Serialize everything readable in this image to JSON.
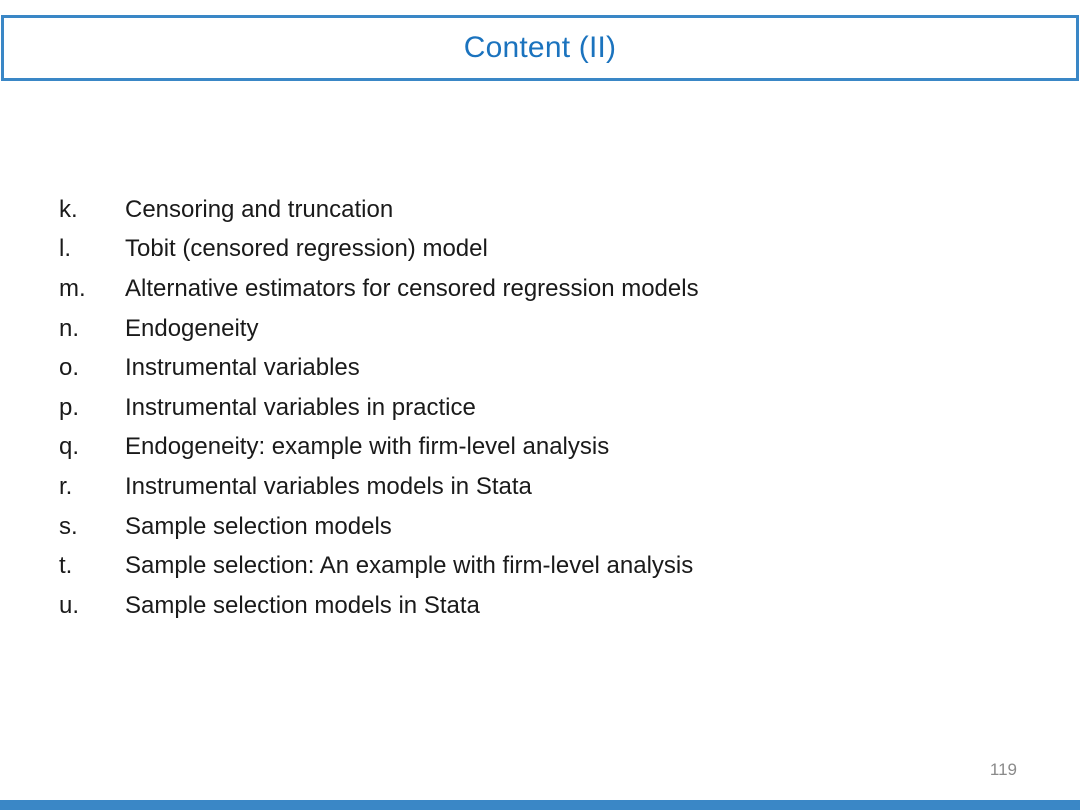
{
  "slide": {
    "title": "Content (II)",
    "page_number": "119",
    "colors": {
      "title_text": "#1B73BE",
      "title_border": "#3A87C6",
      "body_text": "#1A1A1A",
      "page_number": "#8A8A8A",
      "bottom_bar": "#3A87C6"
    },
    "list": {
      "items": [
        {
          "label": "k.",
          "text": "Censoring and truncation"
        },
        {
          "label": "l.",
          "text": "Tobit (censored regression) model"
        },
        {
          "label": "m.",
          "text": "Alternative estimators for censored regression models"
        },
        {
          "label": "n.",
          "text": "Endogeneity"
        },
        {
          "label": "o.",
          "text": "Instrumental variables"
        },
        {
          "label": "p.",
          "text": "Instrumental variables in practice"
        },
        {
          "label": "q.",
          "text": "Endogeneity: example with firm-level analysis"
        },
        {
          "label": "r.",
          "text": "Instrumental variables models in Stata"
        },
        {
          "label": "s.",
          "text": "Sample selection models"
        },
        {
          "label": "t.",
          "text": "Sample selection: An example with firm-level analysis"
        },
        {
          "label": "u.",
          "text": "Sample selection models in Stata"
        }
      ]
    }
  }
}
